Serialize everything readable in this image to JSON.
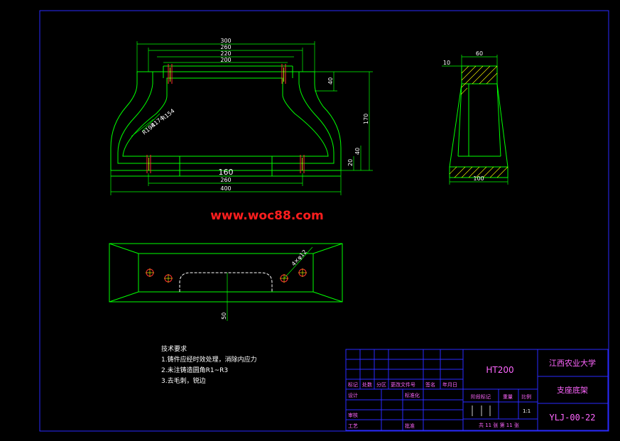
{
  "watermark": "www.woc88.com",
  "colors": {
    "background": "#000000",
    "frame": "#0000ff",
    "outline": "#00ff00",
    "dimension": "#ffffff",
    "centerline": "#ff0000",
    "title_text": "#ff66ff",
    "watermark": "#ff0000",
    "hatch": "#ffff00"
  },
  "front_view": {
    "dims_top": [
      "300",
      "260",
      "220",
      "200"
    ],
    "dims_bottom": [
      "160",
      "260",
      "400"
    ],
    "dims_right": [
      "40",
      "170",
      "40",
      "20"
    ],
    "radii": [
      "R154",
      "R174",
      "R194"
    ]
  },
  "side_view": {
    "dim_top": "60",
    "dim_left": "10",
    "dim_bottom": "100"
  },
  "plan_view": {
    "dim_left": "50",
    "hole_callout": "4×φ12"
  },
  "notes": {
    "heading": "技术要求",
    "items": [
      "1.铸件应经时效处理，消除内应力",
      "2.未注铸造圆角R1~R3",
      "3.去毛刺，锐边"
    ]
  },
  "title_block": {
    "material": "HT200",
    "school": "江西农业大学",
    "part_name": "支座底架",
    "drawing_no": "YLJ-00-22",
    "revision_headers": [
      "标记",
      "处数",
      "分区",
      "更改文件号",
      "签名",
      "年月日"
    ],
    "role_design": "设计",
    "role_standard": "标准化",
    "role_review": "审核",
    "role_process": "工艺",
    "role_approve": "批准",
    "stage_label": "阶段标记",
    "weight_label": "重量",
    "scale_label": "比例",
    "scale_value": "1:1",
    "sheet_info": "共 11 张 第 11 张"
  }
}
